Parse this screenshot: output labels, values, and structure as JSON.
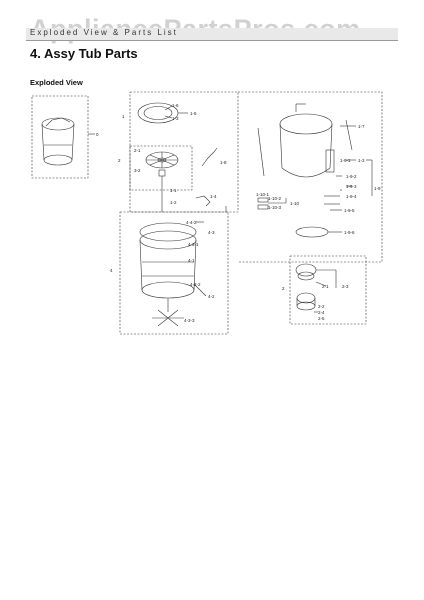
{
  "watermark": "AppliancePartsPros.com",
  "header": {
    "text": "Exploded View & Parts List"
  },
  "title": "4.  Assy Tub Parts",
  "subtitle": "Exploded View",
  "callouts": {
    "c0": "0",
    "c1": "1",
    "c1_5": "1-5",
    "c1_6": "1-6",
    "c1_3": "1-3",
    "c1_8": "1-8",
    "c2": "2",
    "c2_1": "2-1",
    "c3_2": "3-2",
    "c1_2": "1-2",
    "c1_4": "1-4",
    "c1_1": "1-1",
    "c1_7": "1-7",
    "c1_9_1": "1-9-1",
    "c1_9_2": "1-9-2",
    "c1_9": "1-9",
    "c1_9_3": "1-9-3",
    "c1_9_4": "1-9-4",
    "c1_9_5": "1-9-5",
    "c1_9_6": "1-9-6",
    "c1_3b": "1-3",
    "c1_10_1": "1-10-1",
    "c1_10_2": "1-10-2",
    "c1_10_3": "1-10-3",
    "c1_10": "1-10",
    "c4": "4",
    "c4_4_2": "4-4-2",
    "c4_3": "4-3",
    "c4_3_1": "4-3-1",
    "c4_1": "4-1",
    "c4_2_2": "4-2-2",
    "c4_2": "4-2",
    "c4_3_3": "4-3-3",
    "c2b": "2",
    "c2b_1": "2-1",
    "c2_3": "2-3",
    "c2_2": "2-2",
    "c2_4": "2-4",
    "c2_5": "2-5"
  }
}
